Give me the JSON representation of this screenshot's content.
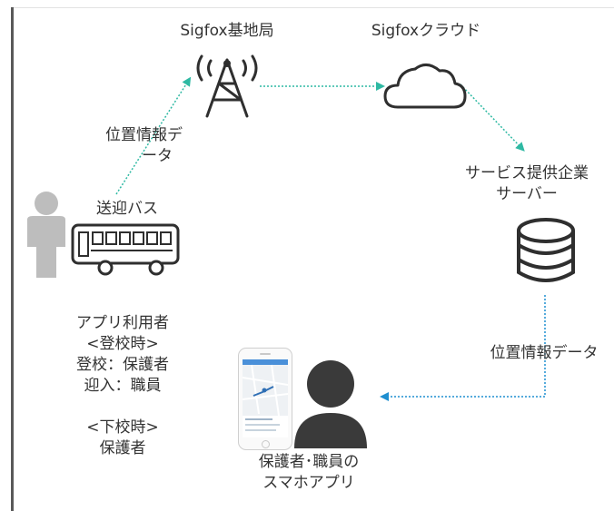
{
  "nodes": {
    "base_station": "Sigfox基地局",
    "cloud": "Sigfoxクラウド",
    "server": [
      "サービス提供企業",
      "サーバー"
    ],
    "bus": "送迎バス",
    "app": [
      "保護者･職員の",
      "スマホアプリ"
    ]
  },
  "edges": {
    "bus_to_station": [
      "位置情報デ",
      "ータ"
    ],
    "server_to_app": "位置情報データ"
  },
  "users": {
    "title": "アプリ利用者",
    "school_going_heading": "<登校時>",
    "going_1": "登校：保護者",
    "going_2": "迎入：職員",
    "school_leaving_heading": "<下校時>",
    "leaving_1": "保護者"
  },
  "colors": {
    "arrow": "#2fb9a3",
    "arrow_blue": "#1f8fd0",
    "icon_dark": "#2f2f2f",
    "person_gray": "#bdbdbd"
  }
}
